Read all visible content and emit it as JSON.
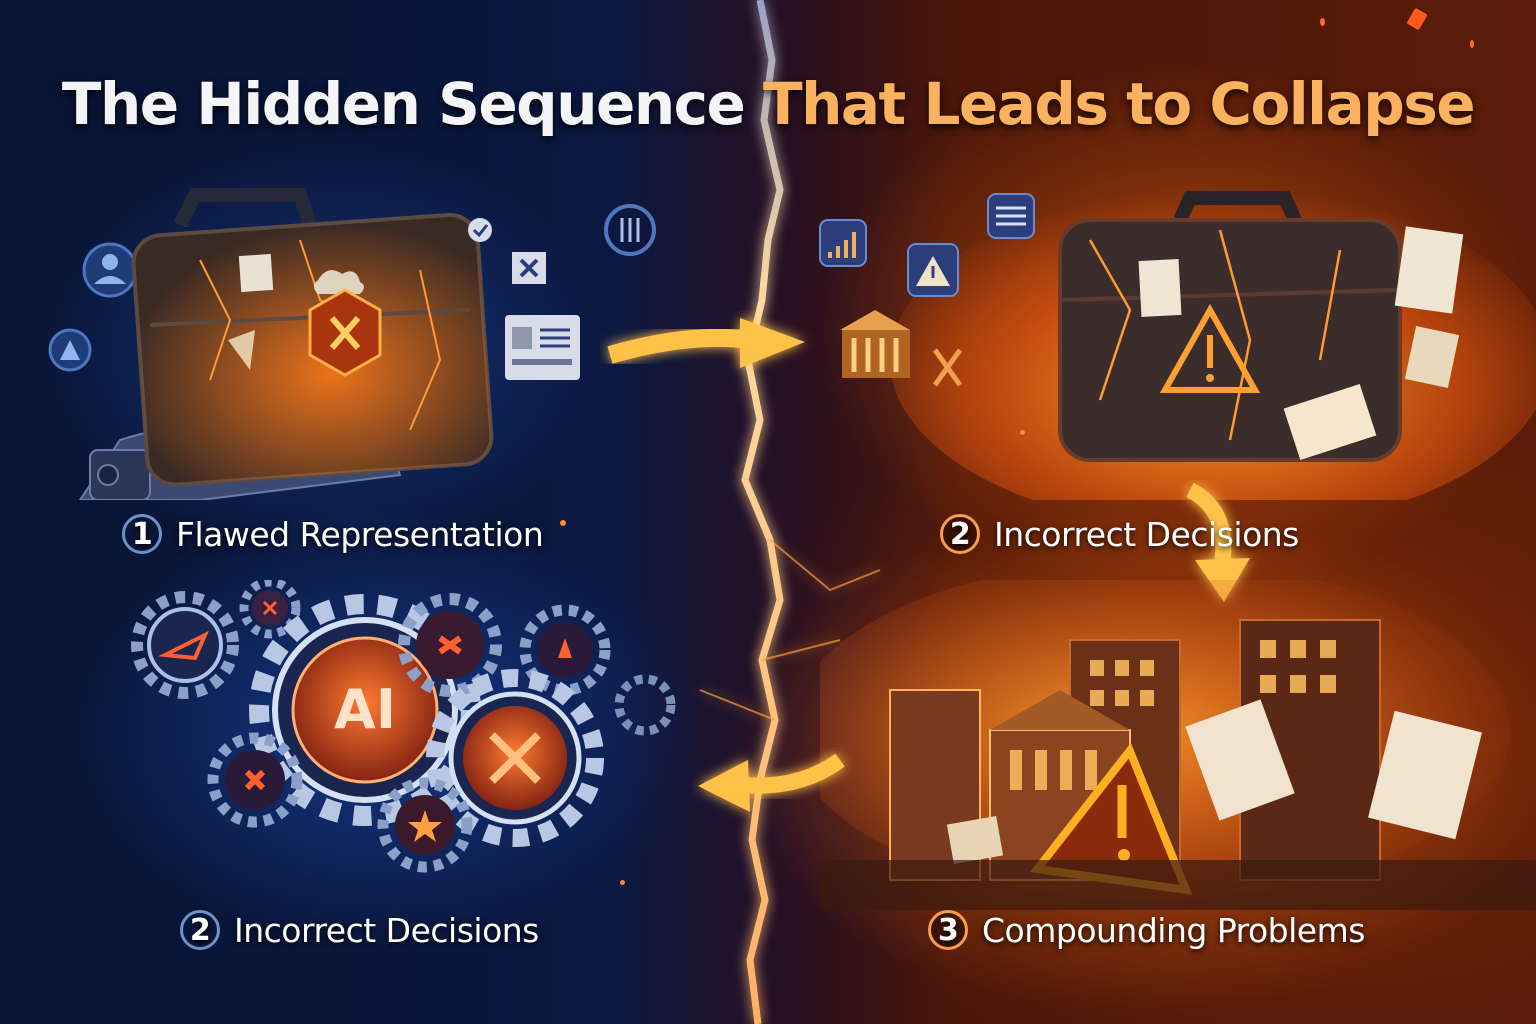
{
  "title": {
    "part1": "The Hidden Sequence",
    "part2": "That Leads to Collapse",
    "part1_color": "#f4f4f6",
    "part2_color": "#fbb25e"
  },
  "panels": [
    {
      "id": "top-left",
      "step_number": "1",
      "label": "Flawed Representation",
      "theme": "blue",
      "illustration": "robot-hand-holding-cracked-burning-briefcase-with-x-badge",
      "icons": [
        "user-icon",
        "check-icon",
        "x-box-icon",
        "settings-sliders-icon",
        "document-card-icon"
      ]
    },
    {
      "id": "top-right",
      "step_number": "2",
      "label": "Incorrect Decisions",
      "theme": "orange",
      "illustration": "burning-briefcase-with-warning-sign-and-flying-papers",
      "icons": [
        "bar-chart-bubble-icon",
        "warning-bubble-icon",
        "message-bubble-icon",
        "bank-icon"
      ]
    },
    {
      "id": "bottom-left",
      "step_number": "2",
      "label": "Incorrect Decisions",
      "theme": "blue",
      "illustration": "gears-with-ai-and-error-symbols",
      "gear_labels": [
        "AI",
        "×"
      ],
      "icons": [
        "gear-ai-icon",
        "gear-x-icon",
        "gear-star-icon",
        "gear-triangle-icon"
      ]
    },
    {
      "id": "bottom-right",
      "step_number": "3",
      "label": "Compounding Problems",
      "theme": "orange",
      "illustration": "collapsing-burning-city-with-warning-sign",
      "icons": [
        "warning-triangle-icon",
        "buildings-icon",
        "papers-icon"
      ]
    }
  ],
  "arrows": [
    {
      "from": "top-left",
      "to": "top-right",
      "direction": "right"
    },
    {
      "from": "top-right",
      "to": "bottom-right",
      "direction": "down"
    },
    {
      "from": "bottom-right",
      "to": "bottom-left",
      "direction": "left"
    }
  ],
  "colors": {
    "blue_accent": "#6e93c8",
    "orange_accent": "#f4a04a",
    "arrow": "#ffc24a",
    "background_left": "#0b1840",
    "background_right": "#5a1c08"
  }
}
